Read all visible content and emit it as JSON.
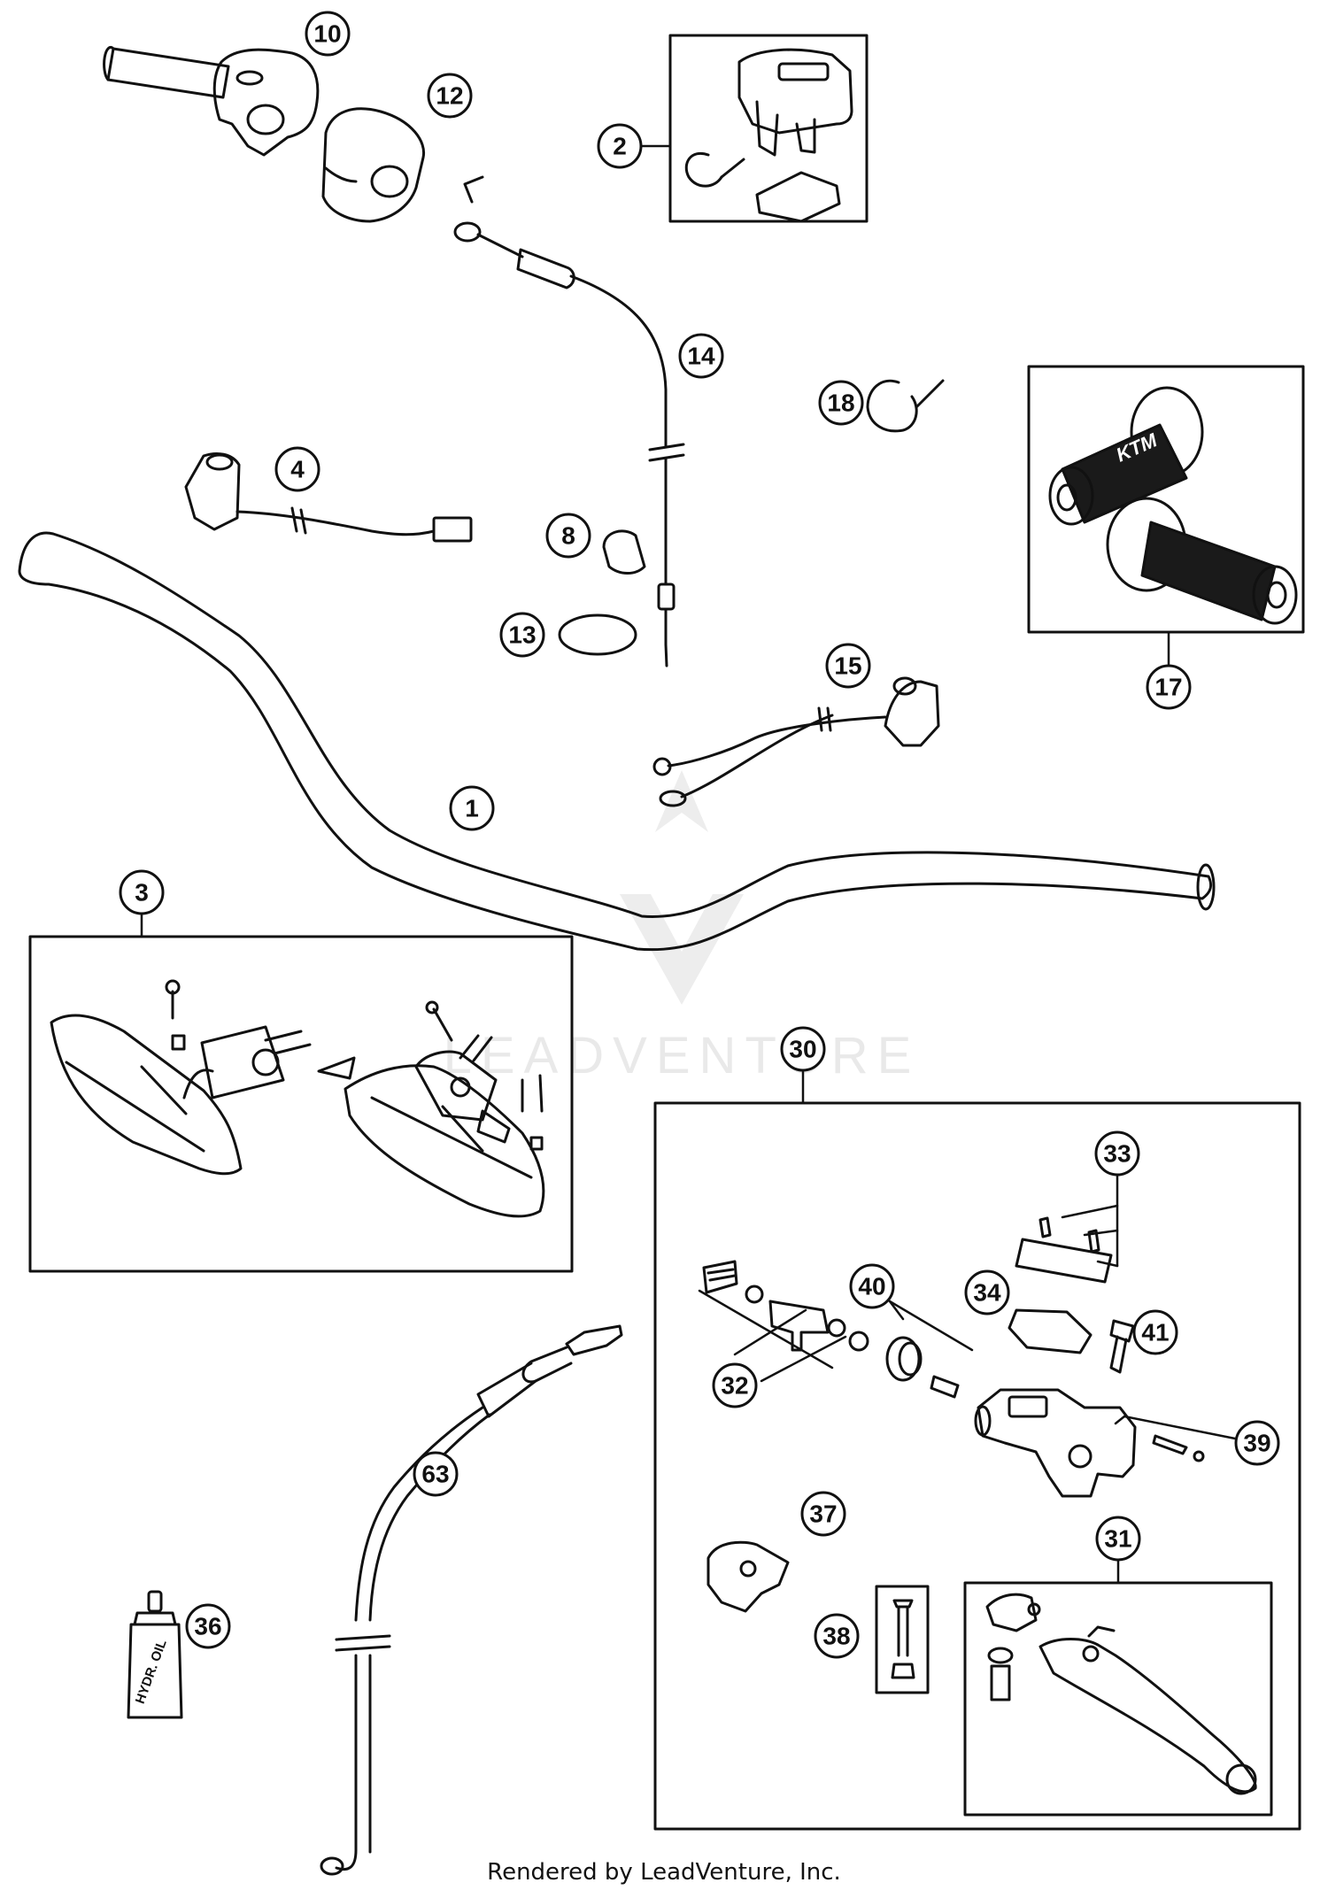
{
  "diagram": {
    "callouts": [
      "1",
      "2",
      "3",
      "4",
      "8",
      "10",
      "12",
      "13",
      "14",
      "15",
      "17",
      "18",
      "30",
      "31",
      "32",
      "33",
      "34",
      "36",
      "37",
      "38",
      "39",
      "40",
      "41",
      "63"
    ],
    "bottle_label": "HYDR. OIL",
    "grip_logo": "KTM",
    "watermark": "LEADVENTURE",
    "footer": "Rendered by LeadVenture, Inc."
  }
}
